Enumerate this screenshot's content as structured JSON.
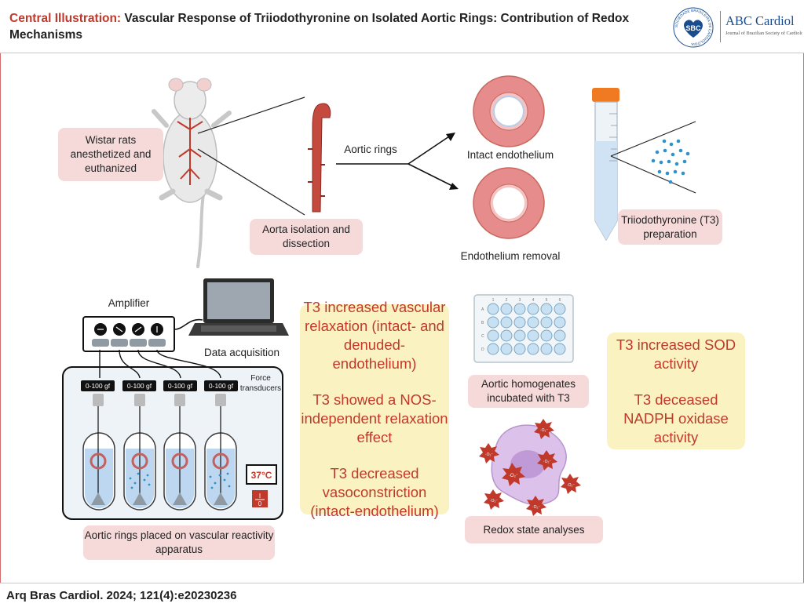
{
  "header": {
    "title_lead": "Central Illustration:",
    "title_rest": "Vascular Response of Triiodothyronine on Isolated Aortic Rings: Contribution of Redox Mechanisms",
    "logo": {
      "sbc_mark": "SBC",
      "ring_text": "SOCIEDADE BRASILEIRA DE CARDIOLOGIA",
      "name": "ABC Cardiol",
      "subtitle": "Journal of Brazilian Society of Cardiology"
    }
  },
  "steps": {
    "rats": "Wistar rats anesthetized and euthanized",
    "aorta": "Aorta isolation and dissection",
    "aortic_rings": "Aortic rings",
    "intact": "Intact endothelium",
    "removal": "Endothelium removal",
    "t3_prep": "Triiodothyronine (T3) preparation"
  },
  "apparatus": {
    "amplifier": "Amplifier",
    "data_acquisition": "Data acquisition",
    "force_transducers": "Force transducers",
    "gf_labels": [
      "0-100 gf",
      "0-100 gf",
      "0-100 gf",
      "0-100 gf"
    ],
    "temperature": "37°C",
    "switch_top": "I",
    "switch_bottom": "0",
    "caption": "Aortic rings placed on vascular reactivity apparatus"
  },
  "findings_left": [
    "T3 increased vascular relaxation (intact- and denuded- endothelium)",
    "T3 showed a NOS-independent relaxation effect",
    "T3 decreased vasoconstriction (intact-endothelium)"
  ],
  "assay": {
    "homogenates": "Aortic homogenates incubated with T3",
    "redox": "Redox state analyses",
    "plate_cols": [
      "1",
      "2",
      "3",
      "4",
      "5",
      "6"
    ],
    "plate_rows": [
      "A",
      "B",
      "C",
      "D"
    ],
    "ros_symbol": "·O₂⁻"
  },
  "findings_right": [
    "T3 increased SOD activity",
    "T3 deceased NADPH oxidase activity"
  ],
  "footer": {
    "citation": "Arq Bras Cardiol. 2024; 121(4):e20230236"
  },
  "colors": {
    "accent_red": "#c0392b",
    "pink_box": "#f6dada",
    "yellow_box": "#fbf2c2",
    "logo_blue": "#1a4d8f"
  }
}
